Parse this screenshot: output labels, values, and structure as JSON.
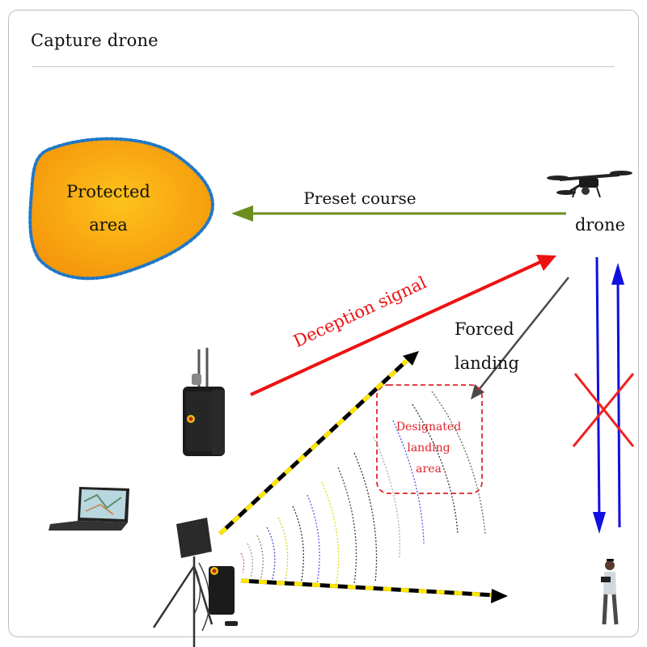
{
  "title": "Capture drone",
  "labels": {
    "protected_area_line1": "Protected",
    "protected_area_line2": "area",
    "preset_course": "Preset course",
    "drone": "drone",
    "deception_signal": "Deception signal",
    "forced_landing_line1": "Forced",
    "forced_landing_line2": "landing",
    "designated_line1": "Designated",
    "designated_line2": "landing",
    "designated_line3": "area"
  },
  "colors": {
    "area_fill_center": "#fdc21c",
    "area_fill_edge": "#f59a0c",
    "area_border": "#1f78c6",
    "preset_course_arrow": "#6b8e1f",
    "deception_arrow": "#ee1111",
    "forced_arrow": "#4a4a4a",
    "blocked_arrows": "#1010e0",
    "blocked_cross": "#ee2222",
    "dashed_arrow_yellow": "#ffe600",
    "dashed_arrow_black": "#000000",
    "landing_box": "#e0242a"
  },
  "icons": [
    "drone-icon",
    "laptop-icon",
    "jammer-case-icon",
    "antenna-tripod-icon",
    "operator-person-icon"
  ]
}
